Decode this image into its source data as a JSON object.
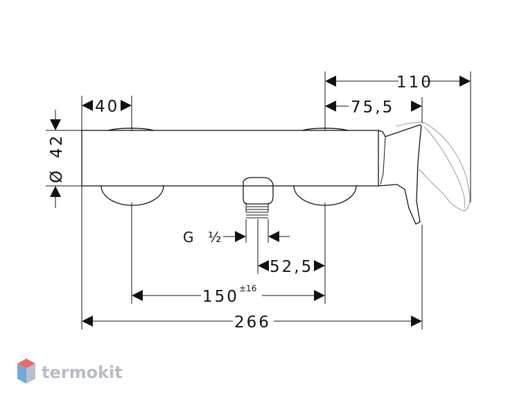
{
  "drawing": {
    "dim_width_40": "40",
    "dim_diameter_symbol": "Ø",
    "dim_diameter_42": "42",
    "dim_total_110": "110",
    "dim_handle_75_5": "75,5",
    "dim_thread_label": "G",
    "dim_thread_size": "½",
    "dim_offset_52_5": "52,5",
    "dim_centers_150": "150",
    "dim_centers_tol": "±16",
    "dim_overall_266": "266"
  },
  "watermark": {
    "brand": "termokit",
    "colors": {
      "hex_top": "#e96a6a",
      "hex_left": "#6fa8dc",
      "hex_right": "#b7c0cf",
      "text": "#b8bcc4"
    }
  }
}
